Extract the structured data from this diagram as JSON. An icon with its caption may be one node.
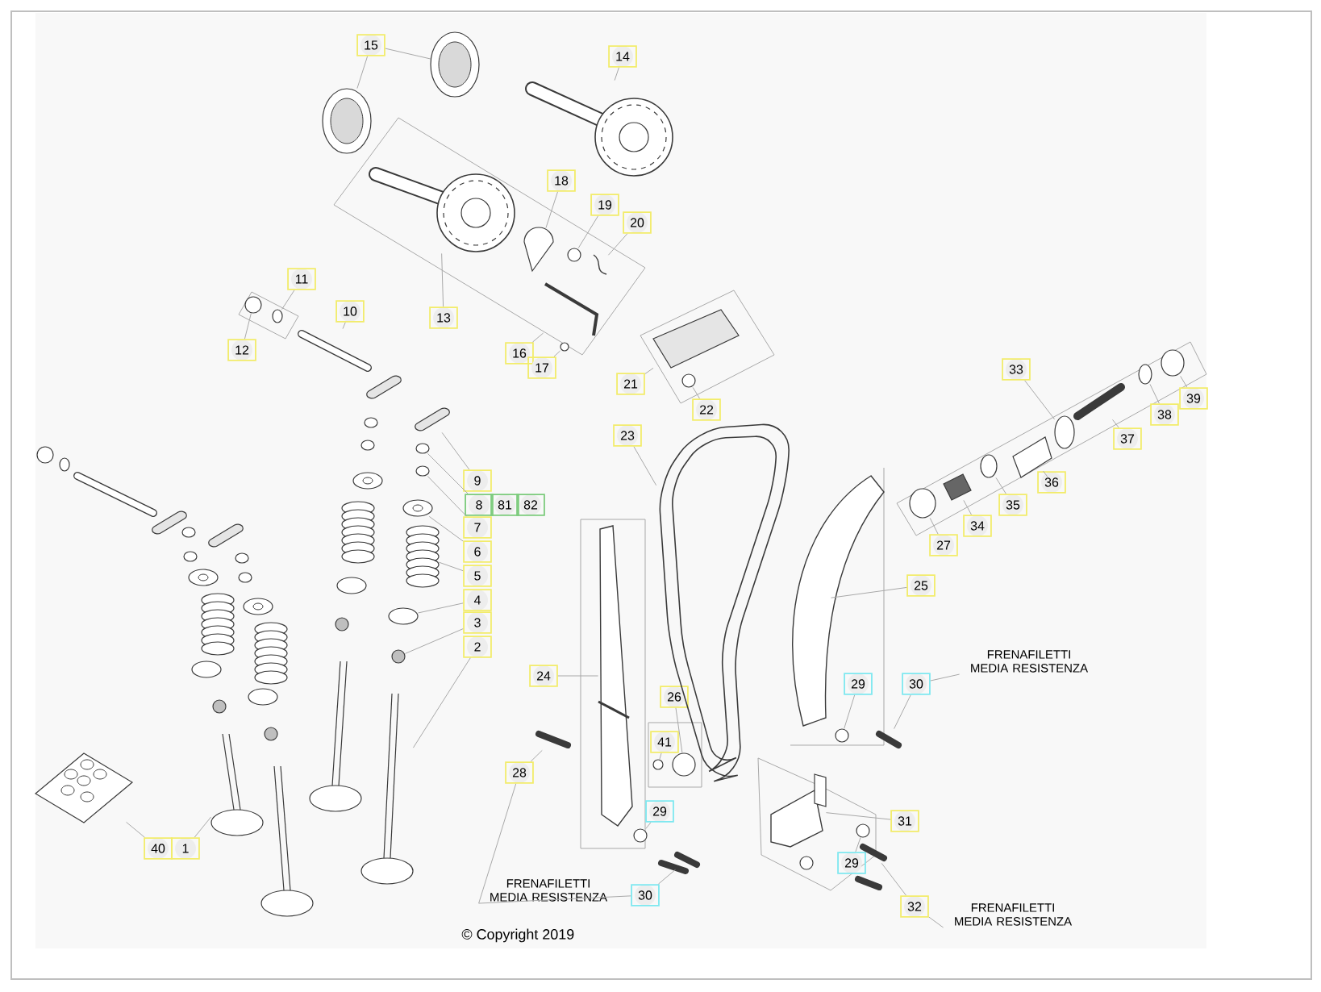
{
  "diagram": {
    "nodes": [
      {
        "text": [
          "15"
        ]
      },
      {
        "text": [
          "14"
        ]
      },
      {
        "text": [
          "18"
        ]
      },
      {
        "text": [
          "19"
        ]
      },
      {
        "text": [
          "20"
        ]
      },
      {
        "text": [
          "13"
        ]
      },
      {
        "text": [
          "11"
        ]
      },
      {
        "text": [
          "10"
        ]
      },
      {
        "text": [
          "12"
        ]
      },
      {
        "text": [
          "16"
        ]
      },
      {
        "text": [
          "17"
        ]
      },
      {
        "text": [
          "21"
        ]
      },
      {
        "text": [
          "22"
        ]
      },
      {
        "text": [
          "23"
        ]
      },
      {
        "text": [
          "33"
        ]
      },
      {
        "text": [
          "37"
        ]
      },
      {
        "text": [
          "38"
        ]
      },
      {
        "text": [
          "39"
        ]
      },
      {
        "text": [
          "36"
        ]
      },
      {
        "text": [
          "9"
        ]
      },
      {
        "text": [
          "8"
        ]
      },
      {
        "text": [
          "81"
        ]
      },
      {
        "text": [
          "82"
        ]
      },
      {
        "text": [
          "7"
        ]
      },
      {
        "text": [
          "6"
        ]
      },
      {
        "text": [
          "5"
        ]
      },
      {
        "text": [
          "4"
        ]
      },
      {
        "text": [
          "3"
        ]
      },
      {
        "text": [
          "2"
        ]
      },
      {
        "text": [
          "35"
        ]
      },
      {
        "text": [
          "34"
        ]
      },
      {
        "text": [
          "27"
        ]
      },
      {
        "text": [
          "25"
        ]
      },
      {
        "text": [
          "FRENAFILETTI MEDIA RESISTENZA"
        ]
      },
      {
        "text": [
          "24"
        ]
      },
      {
        "text": [
          "26"
        ]
      },
      {
        "text": [
          "29"
        ]
      },
      {
        "text": [
          "30"
        ]
      },
      {
        "text": [
          "41"
        ]
      },
      {
        "text": [
          "28"
        ]
      },
      {
        "text": [
          "29"
        ]
      },
      {
        "text": [
          "40"
        ]
      },
      {
        "text": [
          "1"
        ]
      },
      {
        "text": [
          "31"
        ]
      },
      {
        "text": [
          "29"
        ]
      },
      {
        "text": [
          "FRENAFILETTI MEDIA RESISTENZA"
        ]
      },
      {
        "text": [
          "30"
        ]
      },
      {
        "text": [
          "FRENAFILETTI MEDIA RESISTENZA"
        ]
      },
      {
        "text": [
          "32"
        ]
      },
      {
        "text": [],
        "shape": "picture"
      },
      {
        "text": [],
        "shape": "picture"
      },
      {
        "text": [],
        "shape": "picture"
      },
      {
        "text": [],
        "shape": "picture"
      },
      {
        "text": [],
        "shape": "circle"
      },
      {
        "text": [],
        "shape": "picture"
      },
      {
        "text": [],
        "shape": "picture"
      },
      {
        "text": [],
        "shape": "circle"
      },
      {
        "text": [],
        "shape": "picture"
      },
      {
        "text": [],
        "shape": "circle"
      },
      {
        "text": [],
        "shape": "picture"
      },
      {
        "text": [],
        "shape": "circle"
      },
      {
        "text": [],
        "shape": "picture"
      },
      {
        "text": [],
        "shape": "circle"
      },
      {
        "text": [],
        "shape": "picture"
      },
      {
        "text": [],
        "shape": "circle"
      },
      {
        "text": [],
        "shape": "picture"
      },
      {
        "text": [],
        "shape": "circle"
      },
      {
        "text": [],
        "shape": "circle"
      },
      {
        "text": [],
        "shape": "picture"
      },
      {
        "text": [],
        "shape": "picture"
      },
      {
        "text": [],
        "shape": "circle"
      },
      {
        "text": [],
        "shape": "circle"
      },
      {
        "text": [],
        "shape": "picture"
      },
      {
        "text": [],
        "shape": "picture"
      },
      {
        "text": [],
        "shape": "circle"
      },
      {
        "text": [],
        "shape": "circle"
      },
      {
        "text": [],
        "shape": "picture"
      },
      {
        "text": [],
        "shape": "circle"
      },
      {
        "text": [],
        "shape": "picture"
      },
      {
        "text": [],
        "shape": "circle"
      },
      {
        "text": [],
        "shape": "picture"
      },
      {
        "text": [],
        "shape": "picture"
      },
      {
        "text": [],
        "shape": "circle"
      },
      {
        "text": [],
        "shape": "circle"
      },
      {
        "text": [],
        "shape": "picture"
      },
      {
        "text": [],
        "shape": "circle"
      },
      {
        "text": [],
        "shape": "picture"
      },
      {
        "text": [],
        "shape": "circle"
      },
      {
        "text": [],
        "shape": "picture"
      },
      {
        "text": [],
        "shape": "picture"
      },
      {
        "text": [],
        "shape": "picture"
      },
      {
        "text": [],
        "shape": "circle"
      },
      {
        "text": [],
        "shape": "picture"
      },
      {
        "text": [],
        "shape": "picture"
      },
      {
        "text": [],
        "shape": "picture"
      },
      {
        "text": [],
        "shape": "circle"
      },
      {
        "text": [],
        "shape": "circle"
      },
      {
        "text": [],
        "shape": "picture"
      },
      {
        "text": [],
        "shape": "picture"
      },
      {
        "text": [],
        "shape": "picture"
      },
      {
        "text": [],
        "shape": "circle"
      },
      {
        "text": [],
        "shape": "circle"
      },
      {
        "text": [],
        "shape": "circle"
      },
      {
        "text": [],
        "shape": "circle"
      },
      {
        "text": [],
        "shape": "circle"
      },
      {
        "text": [],
        "shape": "circle"
      },
      {
        "text": [],
        "shape": "picture"
      },
      {
        "text": [],
        "shape": "picture"
      },
      {
        "text": [],
        "shape": "picture"
      },
      {
        "text": [],
        "shape": "picture"
      },
      {
        "text": [],
        "shape": "picture"
      },
      {
        "text": [],
        "shape": "picture"
      },
      {
        "text": [],
        "shape": "circle"
      },
      {
        "text": [],
        "shape": "circle"
      },
      {
        "text": [],
        "shape": "circle"
      },
      {
        "text": [],
        "shape": "circle"
      },
      {
        "text": [],
        "shape": "circle"
      },
      {
        "text": [],
        "shape": "circle"
      },
      {
        "text": [],
        "shape": "picture"
      },
      {
        "text": [],
        "shape": "picture"
      },
      {
        "text": [],
        "shape": "picture"
      },
      {
        "text": [],
        "shape": "picture"
      },
      {
        "text": [],
        "shape": "circle"
      }
    ],
    "edges": [
      {
        "from": 0,
        "to": 49,
        "arrow": "none"
      },
      {
        "from": 0,
        "to": 50,
        "arrow": "none"
      },
      {
        "from": 1,
        "to": 51,
        "arrow": "none"
      },
      {
        "from": 2,
        "to": 52,
        "arrow": "none"
      },
      {
        "from": 3,
        "to": 53,
        "arrow": "none"
      },
      {
        "from": 4,
        "to": 54,
        "arrow": "none"
      },
      {
        "from": 5,
        "to": 55,
        "arrow": "none"
      },
      {
        "from": 6,
        "to": 56,
        "arrow": "none"
      },
      {
        "from": 7,
        "to": 57,
        "arrow": "none"
      },
      {
        "from": 8,
        "to": 58,
        "arrow": "none"
      },
      {
        "from": 9,
        "to": 59,
        "arrow": "none"
      },
      {
        "from": 10,
        "to": 60,
        "arrow": "none"
      },
      {
        "from": 11,
        "to": 61,
        "arrow": "none"
      },
      {
        "from": 12,
        "to": 62,
        "arrow": "none"
      },
      {
        "from": 13,
        "to": 63,
        "arrow": "none"
      },
      {
        "from": 14,
        "to": 64,
        "arrow": "none"
      },
      {
        "from": 15,
        "to": 65,
        "arrow": "none"
      },
      {
        "from": 16,
        "to": 66,
        "arrow": "none"
      },
      {
        "from": 17,
        "to": 67,
        "arrow": "none"
      },
      {
        "from": 18,
        "to": 68,
        "arrow": "none"
      },
      {
        "from": 19,
        "to": 69,
        "arrow": "none"
      },
      {
        "from": 20,
        "to": 70,
        "arrow": "none"
      },
      {
        "from": 23,
        "to": 71,
        "arrow": "none"
      },
      {
        "from": 24,
        "to": 72,
        "arrow": "none"
      },
      {
        "from": 25,
        "to": 73,
        "arrow": "none"
      },
      {
        "from": 26,
        "to": 74,
        "arrow": "none"
      },
      {
        "from": 27,
        "to": 75,
        "arrow": "none"
      },
      {
        "from": 28,
        "to": 76,
        "arrow": "none"
      },
      {
        "from": 29,
        "to": 77,
        "arrow": "none"
      },
      {
        "from": 30,
        "to": 78,
        "arrow": "none"
      },
      {
        "from": 31,
        "to": 79,
        "arrow": "none"
      },
      {
        "from": 32,
        "to": 80,
        "arrow": "none"
      },
      {
        "from": 34,
        "to": 81,
        "arrow": "none"
      },
      {
        "from": 35,
        "to": 82,
        "arrow": "none"
      },
      {
        "from": 36,
        "to": 83,
        "arrow": "none"
      },
      {
        "from": 37,
        "to": 84,
        "arrow": "none"
      },
      {
        "from": 38,
        "to": 85,
        "arrow": "none"
      },
      {
        "from": 39,
        "to": 86,
        "arrow": "none"
      },
      {
        "from": 40,
        "to": 87,
        "arrow": "none"
      },
      {
        "from": 41,
        "to": 88,
        "arrow": "none"
      },
      {
        "from": 42,
        "to": 89,
        "arrow": "none"
      },
      {
        "from": 43,
        "to": 90,
        "arrow": "none"
      },
      {
        "from": 44,
        "to": 91,
        "arrow": "none"
      },
      {
        "from": 46,
        "to": 92,
        "arrow": "none"
      },
      {
        "from": 48,
        "to": 93,
        "arrow": "none"
      },
      {
        "from": 33,
        "to": 37,
        "arrow": "none"
      },
      {
        "from": 45,
        "to": 39,
        "arrow": "none"
      },
      {
        "from": 45,
        "to": 46,
        "arrow": "none"
      },
      {
        "from": 47,
        "to": 48,
        "arrow": "none"
      }
    ],
    "labels": [
      "© Copyright 2019"
    ]
  }
}
